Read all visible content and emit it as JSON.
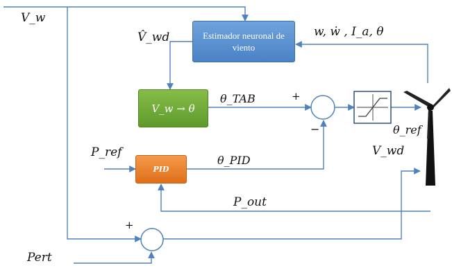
{
  "signals": {
    "vw": "V_w",
    "vwd_hat": "V̂_wd",
    "estimator_inputs": "w, ẇ , I_a, θ",
    "theta_tab": "θ_TAB",
    "theta_pid": "θ_PID",
    "theta_ref": "θ_ref",
    "p_ref": "P_ref",
    "p_out": "P_out",
    "vwd": "V_wd",
    "pert": "Pert"
  },
  "blocks": {
    "estimator": "Estimador neuronal de viento",
    "map": "V_w → θ",
    "pid": "PID"
  },
  "signs": {
    "plus_top": "+",
    "minus": "−",
    "plus_bottom": "+"
  },
  "colors": {
    "wire": "#4f81bd",
    "estimator": "#5b8fd0",
    "map": "#6fab3a",
    "pid": "#ec7d2c"
  }
}
